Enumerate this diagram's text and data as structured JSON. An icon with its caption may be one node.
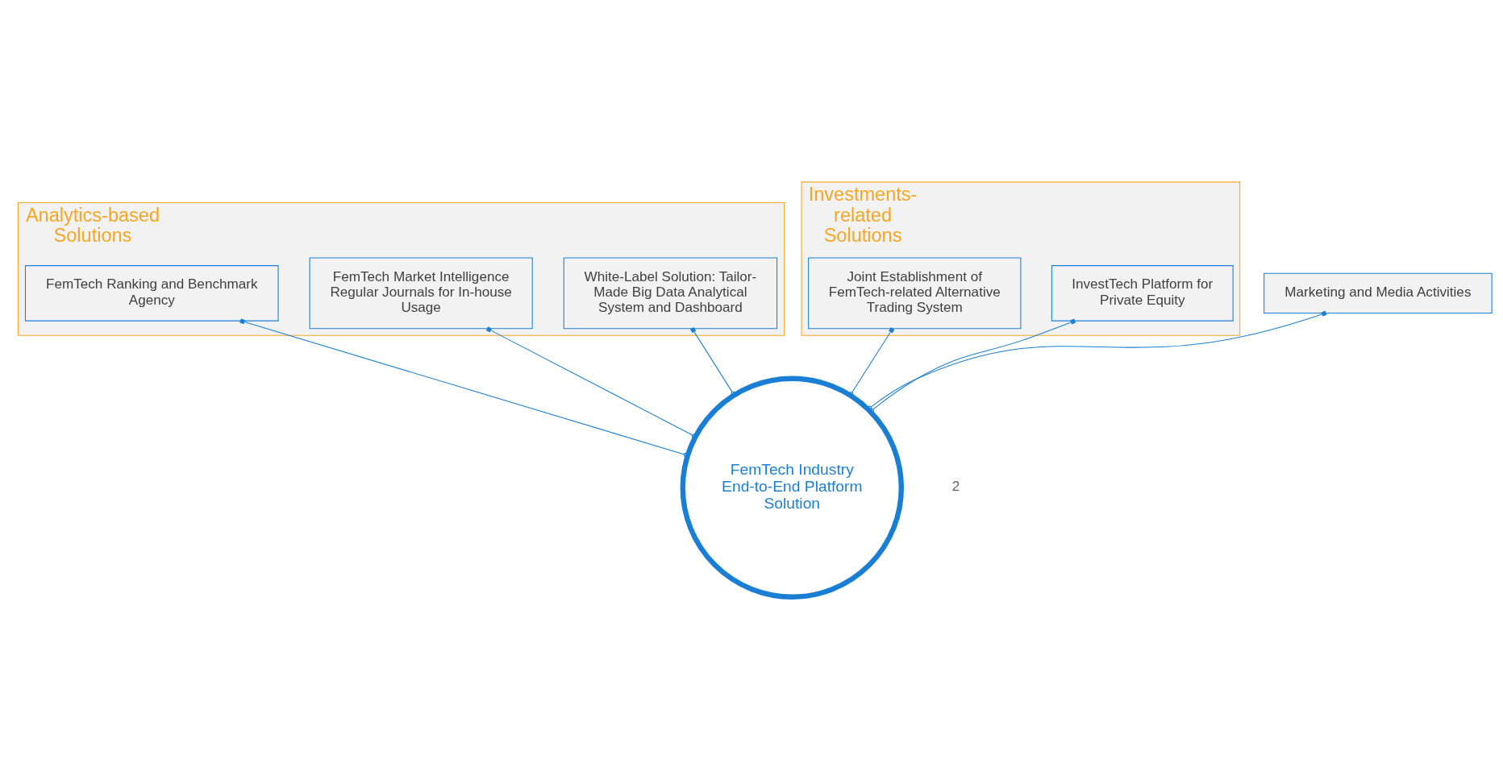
{
  "diagram": {
    "nodes": [
      {
        "text": [
          "Analytics-based Solutions"
        ]
      },
      {
        "text": [
          "White-Label Solution: Tailor-Made Big Data Analytical System and Dashboard"
        ],
        "in": 0
      },
      {
        "text": [
          "FemTech Market Intelligence Regular Journals for In-house Usage"
        ],
        "in": 0
      },
      {
        "text": [
          "FemTech Ranking and Benchmark Agency"
        ],
        "in": 0
      },
      {
        "text": [
          "Investments-related Solutions"
        ]
      },
      {
        "text": [
          "InvestTech Platform for Private Equity"
        ],
        "in": 4
      },
      {
        "text": [
          "Joint Establishment of FemTech-related Alternative Trading System"
        ],
        "in": 4
      },
      {
        "text": [
          "Marketing and Media Activities"
        ]
      },
      {
        "text": [
          "FemTech Industry End-to-End Platform Solution"
        ]
      }
    ],
    "edges": [
      {
        "from": 8,
        "to": 3,
        "arrow": "other"
      },
      {
        "from": 8,
        "to": 2,
        "arrow": "other"
      },
      {
        "from": 8,
        "to": 1,
        "arrow": "other"
      },
      {
        "from": 8,
        "to": 5,
        "arrow": "other"
      },
      {
        "from": 8,
        "to": 6,
        "arrow": "other"
      },
      {
        "from": 8,
        "to": 7,
        "arrow": "other"
      }
    ],
    "labels": [
      "2"
    ]
  }
}
